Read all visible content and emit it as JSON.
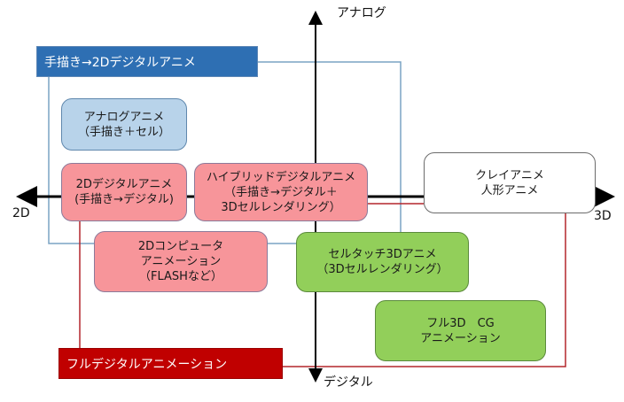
{
  "diagram": {
    "axes": {
      "top": "アナログ",
      "bottom": "デジタル",
      "left": "2D",
      "right": "3D"
    },
    "groups": {
      "hand_drawn_to_digital": {
        "label": "手描き→2Dデジタルアニメ",
        "color": "#2e6fb3"
      },
      "full_digital": {
        "label": "フルデジタルアニメーション",
        "color": "#c00000"
      }
    },
    "boxes": [
      {
        "id": "analog-anime",
        "lines": [
          "アナログアニメ",
          "（手描き＋セル）"
        ],
        "color": "#b8d3ea"
      },
      {
        "id": "2d-digital-anime",
        "lines": [
          "2Dデジタルアニメ",
          "(手描き→デジタル)"
        ],
        "color": "#f7959a"
      },
      {
        "id": "hybrid-digital-anime",
        "lines": [
          "ハイブリッドデジタルアニメ",
          "（手描き→デジタル＋",
          "3Dセルレンダリング）"
        ],
        "color": "#f7959a"
      },
      {
        "id": "clay-anime",
        "lines": [
          "クレイアニメ",
          "人形アニメ"
        ],
        "color": "#ffffff"
      },
      {
        "id": "2d-computer-animation",
        "lines": [
          "2Dコンピュータ",
          "アニメーション",
          "（FLASHなど）"
        ],
        "color": "#f7959a"
      },
      {
        "id": "cel-touch-3d-anime",
        "lines": [
          "セルタッチ3Dアニメ",
          "（3Dセルレンダリング）"
        ],
        "color": "#92cf5a"
      },
      {
        "id": "full-3d-cg",
        "lines": [
          "フル3D　CG",
          "アニメーション"
        ],
        "color": "#92cf5a"
      }
    ]
  }
}
